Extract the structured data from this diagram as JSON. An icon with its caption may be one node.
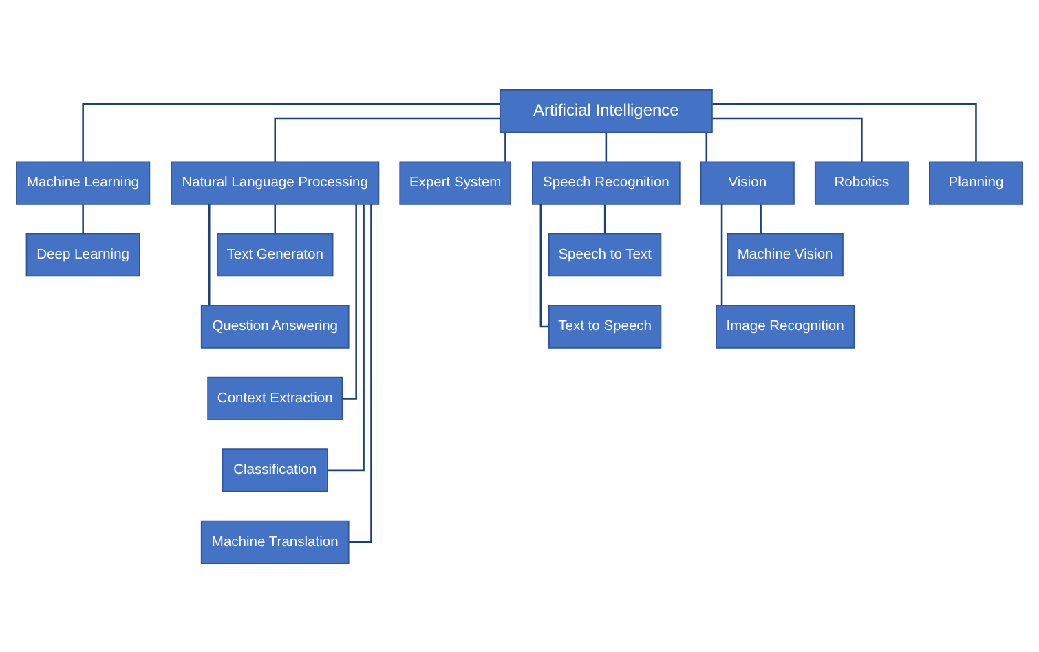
{
  "diagram": {
    "nodes": [
      {
        "text": [
          "Artificial Intelligence"
        ]
      },
      {
        "text": [
          "Machine Learning"
        ]
      },
      {
        "text": [
          "Natural Language Processing"
        ]
      },
      {
        "text": [
          "Expert System"
        ]
      },
      {
        "text": [
          "Speech Recognition"
        ]
      },
      {
        "text": [
          "Vision"
        ]
      },
      {
        "text": [
          "Robotics"
        ]
      },
      {
        "text": [
          "Planning"
        ]
      },
      {
        "text": [
          "Deep Learning"
        ]
      },
      {
        "text": [
          "Text Generaton"
        ]
      },
      {
        "text": [
          "Question Answering"
        ]
      },
      {
        "text": [
          "Context Extraction"
        ]
      },
      {
        "text": [
          "Classification"
        ]
      },
      {
        "text": [
          "Machine Translation"
        ]
      },
      {
        "text": [
          "Speech to Text"
        ]
      },
      {
        "text": [
          "Text to Speech"
        ]
      },
      {
        "text": [
          "Machine Vision"
        ]
      },
      {
        "text": [
          "Image Recognition"
        ]
      }
    ],
    "edges": [
      {
        "from": 0,
        "to": 1,
        "arrow": "none"
      },
      {
        "from": 0,
        "to": 2,
        "arrow": "none"
      },
      {
        "from": 0,
        "to": 3,
        "arrow": "none"
      },
      {
        "from": 0,
        "to": 4,
        "arrow": "none"
      },
      {
        "from": 0,
        "to": 5,
        "arrow": "none"
      },
      {
        "from": 0,
        "to": 6,
        "arrow": "none"
      },
      {
        "from": 0,
        "to": 7,
        "arrow": "none"
      },
      {
        "from": 1,
        "to": 8,
        "arrow": "none"
      },
      {
        "from": 2,
        "to": 9,
        "arrow": "none"
      },
      {
        "from": 2,
        "to": 10,
        "arrow": "none"
      },
      {
        "from": 2,
        "to": 11,
        "arrow": "none"
      },
      {
        "from": 2,
        "to": 12,
        "arrow": "none"
      },
      {
        "from": 2,
        "to": 13,
        "arrow": "none"
      },
      {
        "from": 4,
        "to": 14,
        "arrow": "none"
      },
      {
        "from": 4,
        "to": 15,
        "arrow": "none"
      },
      {
        "from": 5,
        "to": 16,
        "arrow": "none"
      },
      {
        "from": 5,
        "to": 17,
        "arrow": "none"
      }
    ]
  }
}
